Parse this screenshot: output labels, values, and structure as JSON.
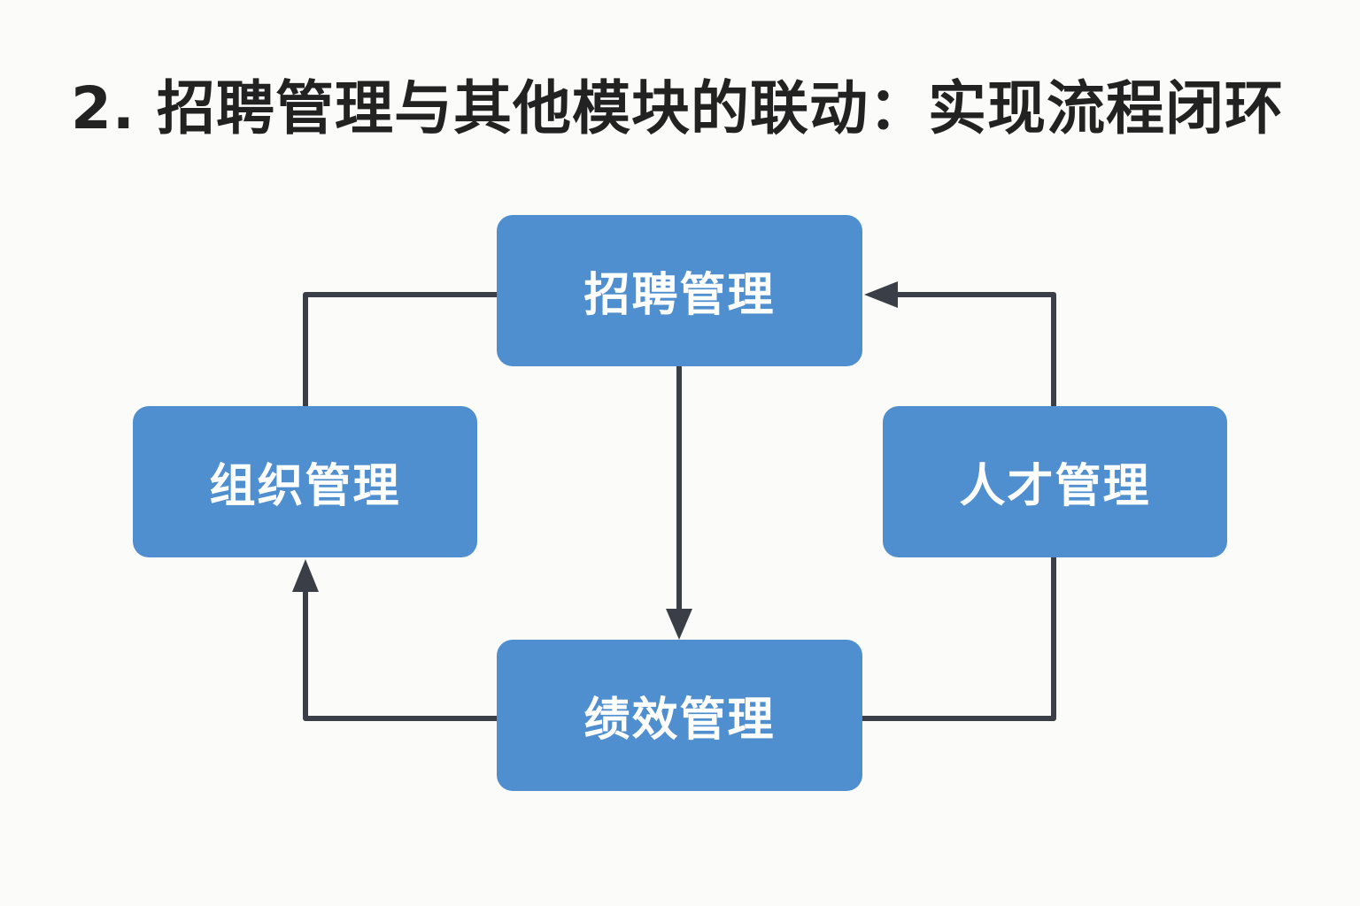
{
  "title": "2. 招聘管理与其他模块的联动：实现流程闭环",
  "nodes": {
    "recruit": "招聘管理",
    "org": "组织管理",
    "talent": "人才管理",
    "performance": "绩效管理"
  },
  "colors": {
    "node_fill": "#4f8fd0",
    "node_text": "#ffffff",
    "connector": "#3a3f47",
    "background": "#fbfbf9",
    "title_text": "#222222"
  }
}
